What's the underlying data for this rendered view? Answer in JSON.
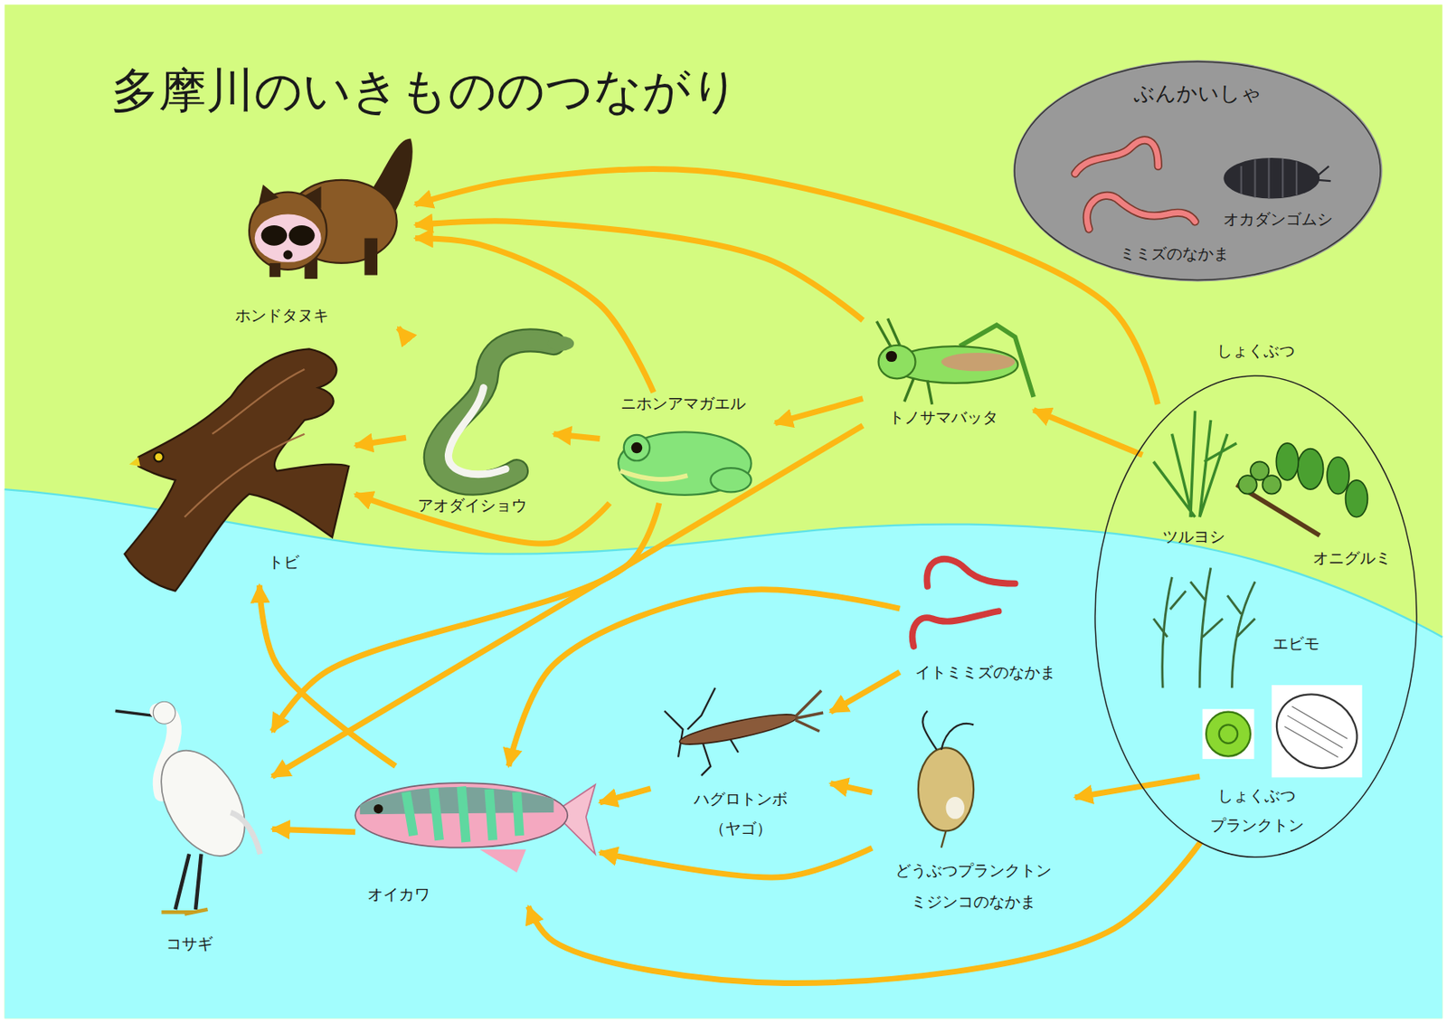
{
  "diagram": {
    "title": "多摩川のいきもののつながり",
    "nodes": [
      {
        "text": [
          "ぶんかいしゃ"
        ]
      },
      {
        "text": [
          "ミミズのなかま"
        ],
        "in": 0
      },
      {
        "text": [
          "オカダンゴムシ"
        ],
        "in": 0
      },
      {
        "text": [
          "ホンドタヌキ"
        ]
      },
      {
        "text": [
          "トビ"
        ]
      },
      {
        "text": [
          "アオダイショウ"
        ]
      },
      {
        "text": [
          "ニホンアマガエル"
        ]
      },
      {
        "text": [
          "トノサマバッタ"
        ]
      },
      {
        "text": [
          "しょくぶつ"
        ]
      },
      {
        "text": [
          "ツルヨシ"
        ],
        "in": 8
      },
      {
        "text": [
          "オニグルミ"
        ],
        "in": 8
      },
      {
        "text": [
          "エビモ"
        ],
        "in": 8
      },
      {
        "text": [
          "しょくぶつ プランクトン"
        ],
        "in": 8
      },
      {
        "text": [
          "イトミミズのなかま"
        ]
      },
      {
        "text": [
          "ハグロトンボ （ヤゴ）"
        ]
      },
      {
        "text": [
          "どうぶつプランクトン ミジンコのなかま"
        ]
      },
      {
        "text": [
          "オイカワ"
        ]
      },
      {
        "text": [
          "コサギ"
        ]
      }
    ],
    "edges": [
      {
        "from": 9,
        "to": 3,
        "arrow": "to"
      },
      {
        "from": 7,
        "to": 3,
        "arrow": "to"
      },
      {
        "from": 6,
        "to": 3,
        "arrow": "to"
      },
      {
        "from": 5,
        "to": 3,
        "arrow": "to"
      },
      {
        "from": 7,
        "to": 6,
        "arrow": "to"
      },
      {
        "from": 6,
        "to": 5,
        "arrow": "to"
      },
      {
        "from": 5,
        "to": 4,
        "arrow": "to"
      },
      {
        "from": 6,
        "to": 4,
        "arrow": "to"
      },
      {
        "from": 6,
        "to": 17,
        "arrow": "to"
      },
      {
        "from": 7,
        "to": 17,
        "arrow": "to"
      },
      {
        "from": 13,
        "to": 16,
        "arrow": "to"
      },
      {
        "from": 13,
        "to": 14,
        "arrow": "to"
      },
      {
        "from": 15,
        "to": 14,
        "arrow": "to"
      },
      {
        "from": 14,
        "to": 16,
        "arrow": "to"
      },
      {
        "from": 15,
        "to": 16,
        "arrow": "to"
      },
      {
        "from": 12,
        "to": 15,
        "arrow": "to"
      },
      {
        "from": 12,
        "to": 16,
        "arrow": "to"
      },
      {
        "from": 16,
        "to": 17,
        "arrow": "to"
      },
      {
        "from": 16,
        "to": 4,
        "arrow": "to"
      },
      {
        "from": 9,
        "to": 7,
        "arrow": "to"
      }
    ]
  }
}
